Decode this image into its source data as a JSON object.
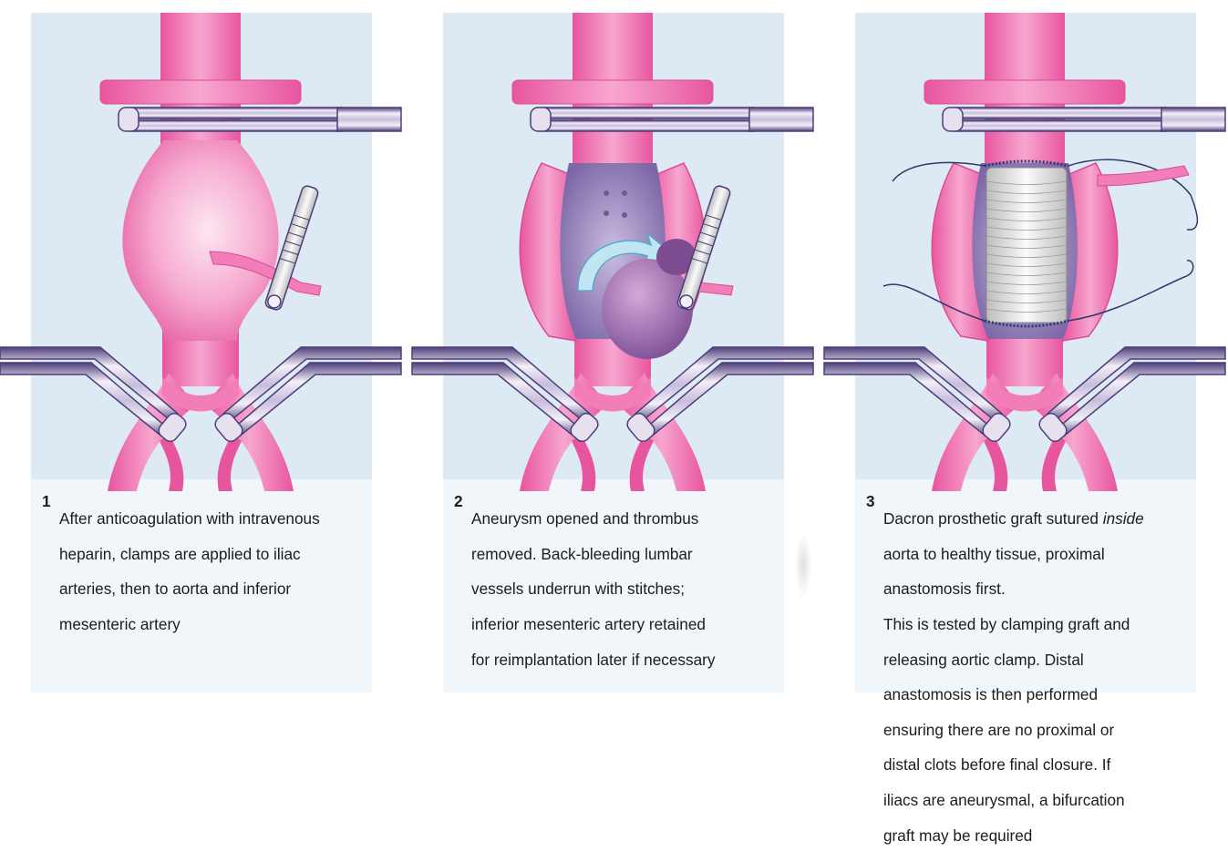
{
  "colors": {
    "vessel": "#f27db8",
    "vessel_dark": "#d94d97",
    "clamp_light": "#e6e0ef",
    "clamp_dark": "#5a4a86",
    "panel_bg": "#dde9f3",
    "sac_inside": "#8f7bb2",
    "thrombus": "#9a6fa9",
    "graft": "#ececec",
    "suture": "#2b3a6b"
  },
  "panels": [
    {
      "number": "1",
      "caption_lines": [
        "After anticoagulation with intravenous",
        "heparin, clamps are applied to iliac",
        "arteries, then to aorta and inferior",
        "mesenteric artery"
      ]
    },
    {
      "number": "2",
      "caption_lines": [
        "Aneurysm opened and thrombus",
        "removed. Back-bleeding lumbar",
        "vessels underrun with stitches;",
        "inferior mesenteric artery retained",
        "for reimplantation later if necessary"
      ]
    },
    {
      "number": "3",
      "caption_lines": [
        "Dacron prosthetic graft sutured ",
        "aorta to healthy tissue, proximal",
        "anastomosis first.",
        "This is tested by clamping graft and",
        "releasing aortic clamp. Distal",
        "anastomosis is then performed",
        "ensuring there are no proximal or",
        "distal clots before final closure. If",
        "iliacs are aneurysmal, a bifurcation",
        "graft may be required"
      ],
      "emphasis_word": "inside"
    }
  ]
}
